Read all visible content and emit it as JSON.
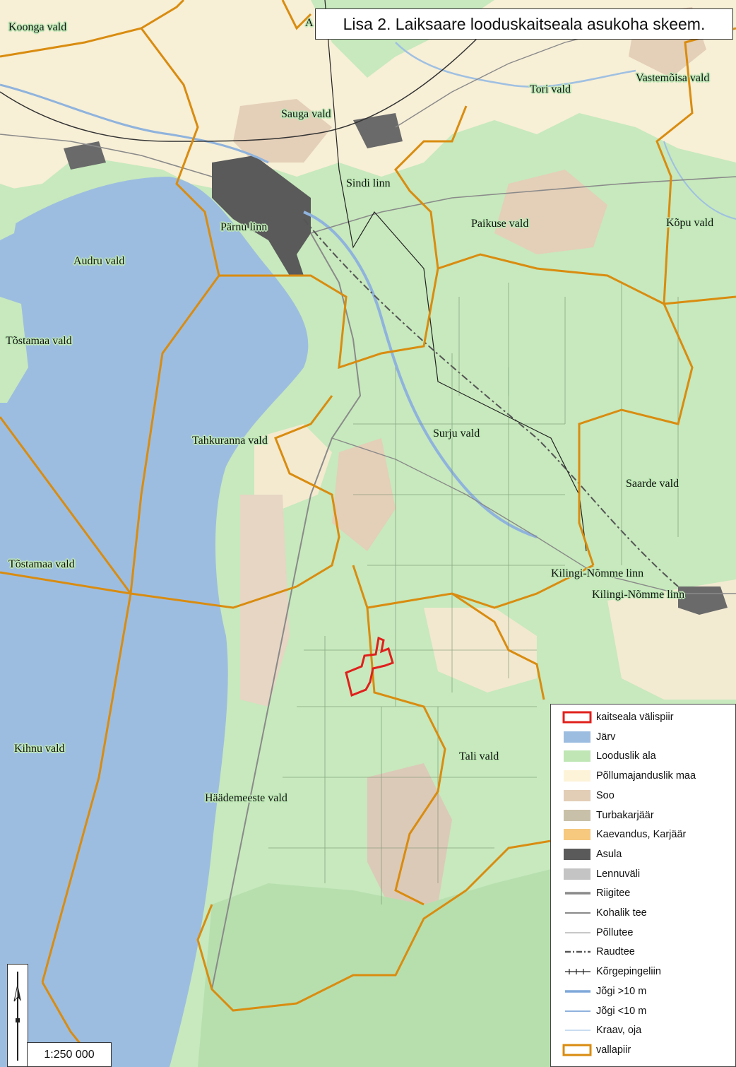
{
  "title": "Lisa 2. Laiksaare looduskaitseala asukoha skeem.",
  "places": {
    "koonga": "Koonga vald",
    "top_fragment": "A",
    "sauga": "Sauga vald",
    "tori": "Tori vald",
    "vastemoisa": "Vastemõisa vald",
    "sindi": "Sindi linn",
    "parnu": "Pärnu linn",
    "paikuse": "Paikuse vald",
    "kopu": "Kõpu vald",
    "audru": "Audru vald",
    "tostamaa_1": "Tõstamaa vald",
    "tahkuranna": "Tahkuranna vald",
    "surju": "Surju vald",
    "saarde": "Saarde vald",
    "tostamaa_2": "Tõstamaa vald",
    "kilingi_1": "Kilingi-Nõmme linn",
    "kilingi_2": "Kilingi-Nõmme linn",
    "kihnu": "Kihnu vald",
    "tali": "Tali vald",
    "haademeeste": "Häädemeeste vald"
  },
  "legend": [
    {
      "label": "kaitseala välispiir",
      "color": "#e0201c",
      "kind": "outline"
    },
    {
      "label": "Järv",
      "color": "#9dbde0",
      "kind": "fill"
    },
    {
      "label": "Looduslik ala",
      "color": "#bfe6b4",
      "kind": "fill"
    },
    {
      "label": "Põllumajanduslik maa",
      "color": "#fdf3d8",
      "kind": "fill"
    },
    {
      "label": "Soo",
      "color": "#e2cdb6",
      "kind": "fill"
    },
    {
      "label": "Turbakarjäär",
      "color": "#c8c0a8",
      "kind": "fill"
    },
    {
      "label": "Kaevandus, Karjäär",
      "color": "#f6c97e",
      "kind": "fill"
    },
    {
      "label": "Asula",
      "color": "#5a5a5a",
      "kind": "fill"
    },
    {
      "label": "Lennuväli",
      "color": "#c4c4c4",
      "kind": "fill"
    },
    {
      "label": "Riigitee",
      "color": "#8a8a8a",
      "kind": "line-thick"
    },
    {
      "label": "Kohalik tee",
      "color": "#8a8a8a",
      "kind": "line"
    },
    {
      "label": "Põllutee",
      "color": "#a8a8a8",
      "kind": "line-thin"
    },
    {
      "label": "Raudtee",
      "color": "#555555",
      "kind": "rail"
    },
    {
      "label": "Kõrgepingeliin",
      "color": "#222222",
      "kind": "power"
    },
    {
      "label": "Jõgi >10 m",
      "color": "#7fa8d8",
      "kind": "line-thick"
    },
    {
      "label": "Jõgi <10 m",
      "color": "#8fb3dd",
      "kind": "line"
    },
    {
      "label": "Kraav, oja",
      "color": "#a9c6e6",
      "kind": "line-thin"
    },
    {
      "label": "vallapiir",
      "color": "#d98c10",
      "kind": "outline-orange"
    }
  ],
  "scale": "1:250 000",
  "colors": {
    "sea": "#9dbde0",
    "natural": "#bfe6b4",
    "agri": "#fdf3d8",
    "bog": "#e2cdb6",
    "settlement": "#5a5a5a",
    "border": "#d98c10",
    "reserve": "#e0201c"
  }
}
